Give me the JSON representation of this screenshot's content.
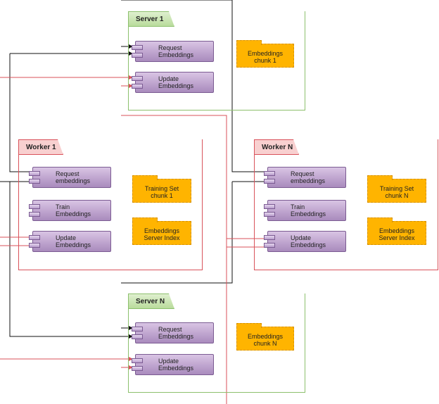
{
  "servers": [
    {
      "title": "Server 1",
      "components": [
        "Request\nEmbeddings",
        "Update\nEmbeddings"
      ],
      "chunk": "Embeddings\nchunk 1"
    },
    {
      "title": "Server N",
      "components": [
        "Request\nEmbeddings",
        "Update\nEmbeddings"
      ],
      "chunk": "Embeddings\nchunk N"
    }
  ],
  "workers": [
    {
      "title": "Worker 1",
      "components": [
        "Request\nembeddings",
        "Train\nEmbeddings",
        "Update\nEmbeddings"
      ],
      "packages": [
        "Training Set\nchunk 1",
        "Embeddings\nServer Index"
      ]
    },
    {
      "title": "Worker N",
      "components": [
        "Request\nembeddings",
        "Train\nEmbeddings",
        "Update\nEmbeddings"
      ],
      "packages": [
        "Training Set\nchunk N",
        "Embeddings\nServer Index"
      ]
    }
  ],
  "colors": {
    "server": "#8cc06c",
    "worker": "#d9525a",
    "component": "#a98bbd",
    "package": "#ffb400",
    "request_line": "#111111",
    "update_line": "#d9525a"
  }
}
